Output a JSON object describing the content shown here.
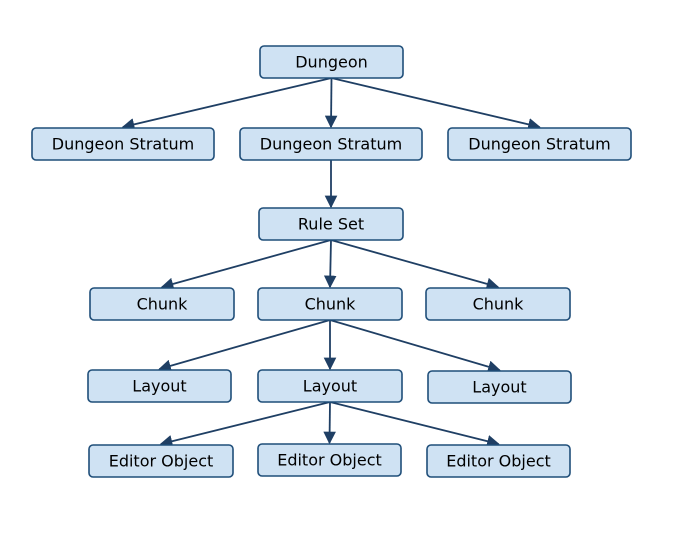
{
  "nodes": {
    "root": "Dungeon",
    "stratum_1": "Dungeon Stratum",
    "stratum_2": "Dungeon Stratum",
    "stratum_3": "Dungeon Stratum",
    "rule_set": "Rule Set",
    "chunk_1": "Chunk",
    "chunk_2": "Chunk",
    "chunk_3": "Chunk",
    "layout_1": "Layout",
    "layout_2": "Layout",
    "layout_3": "Layout",
    "editor_object_1": "Editor Object",
    "editor_object_2": "Editor Object",
    "editor_object_3": "Editor Object"
  },
  "edges": [
    [
      "root",
      "stratum_1"
    ],
    [
      "root",
      "stratum_2"
    ],
    [
      "root",
      "stratum_3"
    ],
    [
      "stratum_2",
      "rule_set"
    ],
    [
      "rule_set",
      "chunk_1"
    ],
    [
      "rule_set",
      "chunk_2"
    ],
    [
      "rule_set",
      "chunk_3"
    ],
    [
      "chunk_2",
      "layout_1"
    ],
    [
      "chunk_2",
      "layout_2"
    ],
    [
      "chunk_2",
      "layout_3"
    ],
    [
      "layout_2",
      "editor_object_1"
    ],
    [
      "layout_2",
      "editor_object_2"
    ],
    [
      "layout_2",
      "editor_object_3"
    ]
  ],
  "colors": {
    "node_fill": "#cfe2f3",
    "node_stroke": "#1f4e79",
    "edge": "#1f3f64"
  }
}
